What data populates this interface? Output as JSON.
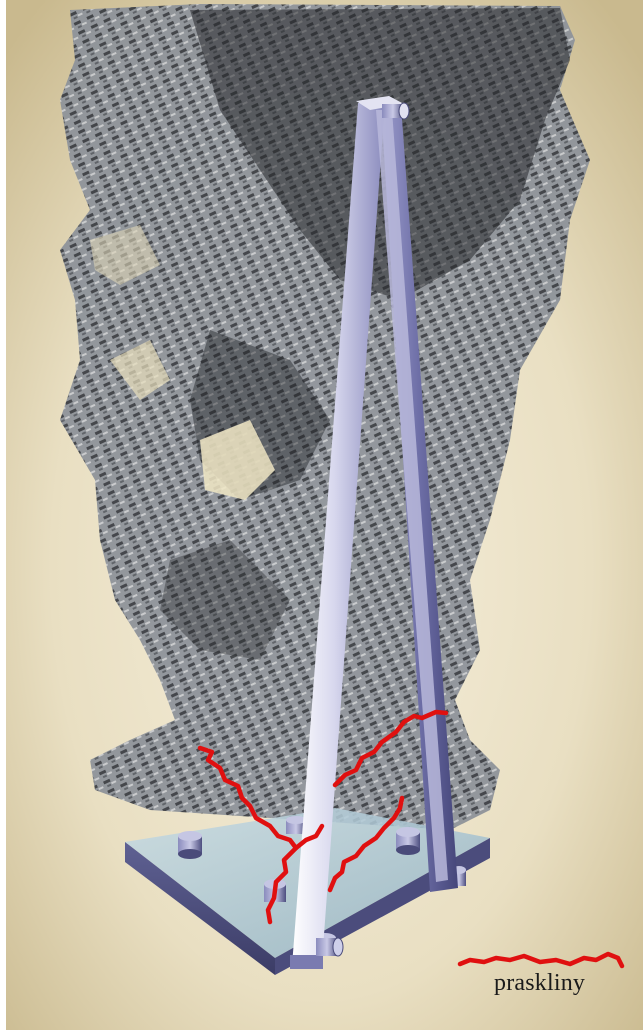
{
  "legend": {
    "label": "praskliny",
    "line_color": "#e01010"
  },
  "colors": {
    "background_light": "#f3ecd8",
    "background_dark": "#c8b890",
    "rock_dark": "#2a2c30",
    "rock_mid": "#6e737b",
    "rock_light": "#b9bcc0",
    "frame_light": "#eaeaf6",
    "frame_dark": "#56578a",
    "plate_top": "#a9c4d3",
    "crack": "#e01010"
  },
  "icons": {
    "rock": "rock-formation",
    "frame": "tripod-frame",
    "plate": "base-plate"
  }
}
